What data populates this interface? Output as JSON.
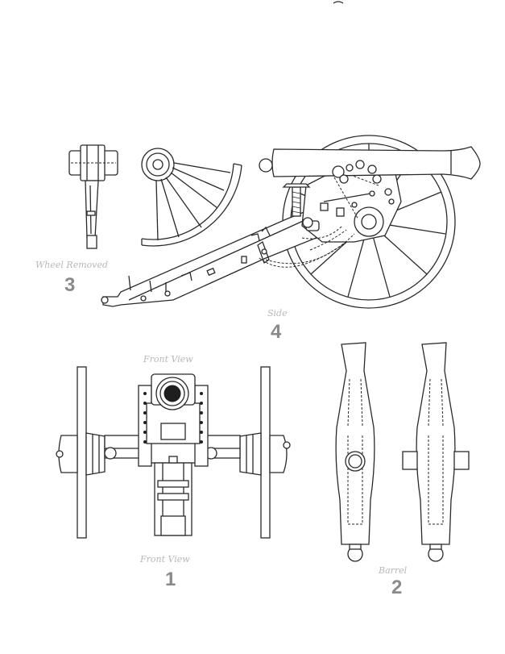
{
  "captions": {
    "wheel_removed": "Wheel Removed",
    "side": "Side",
    "front_view_top": "Front View",
    "front_view_bottom": "Front View",
    "barrel": "Barrel"
  },
  "figure_numbers": {
    "wheel_removed": "3",
    "side": "4",
    "front_view": "1",
    "barrel": "2"
  },
  "colors": {
    "line": "#2a2a2a",
    "caption": "#b8b8b8",
    "number": "#8a8a8a"
  }
}
